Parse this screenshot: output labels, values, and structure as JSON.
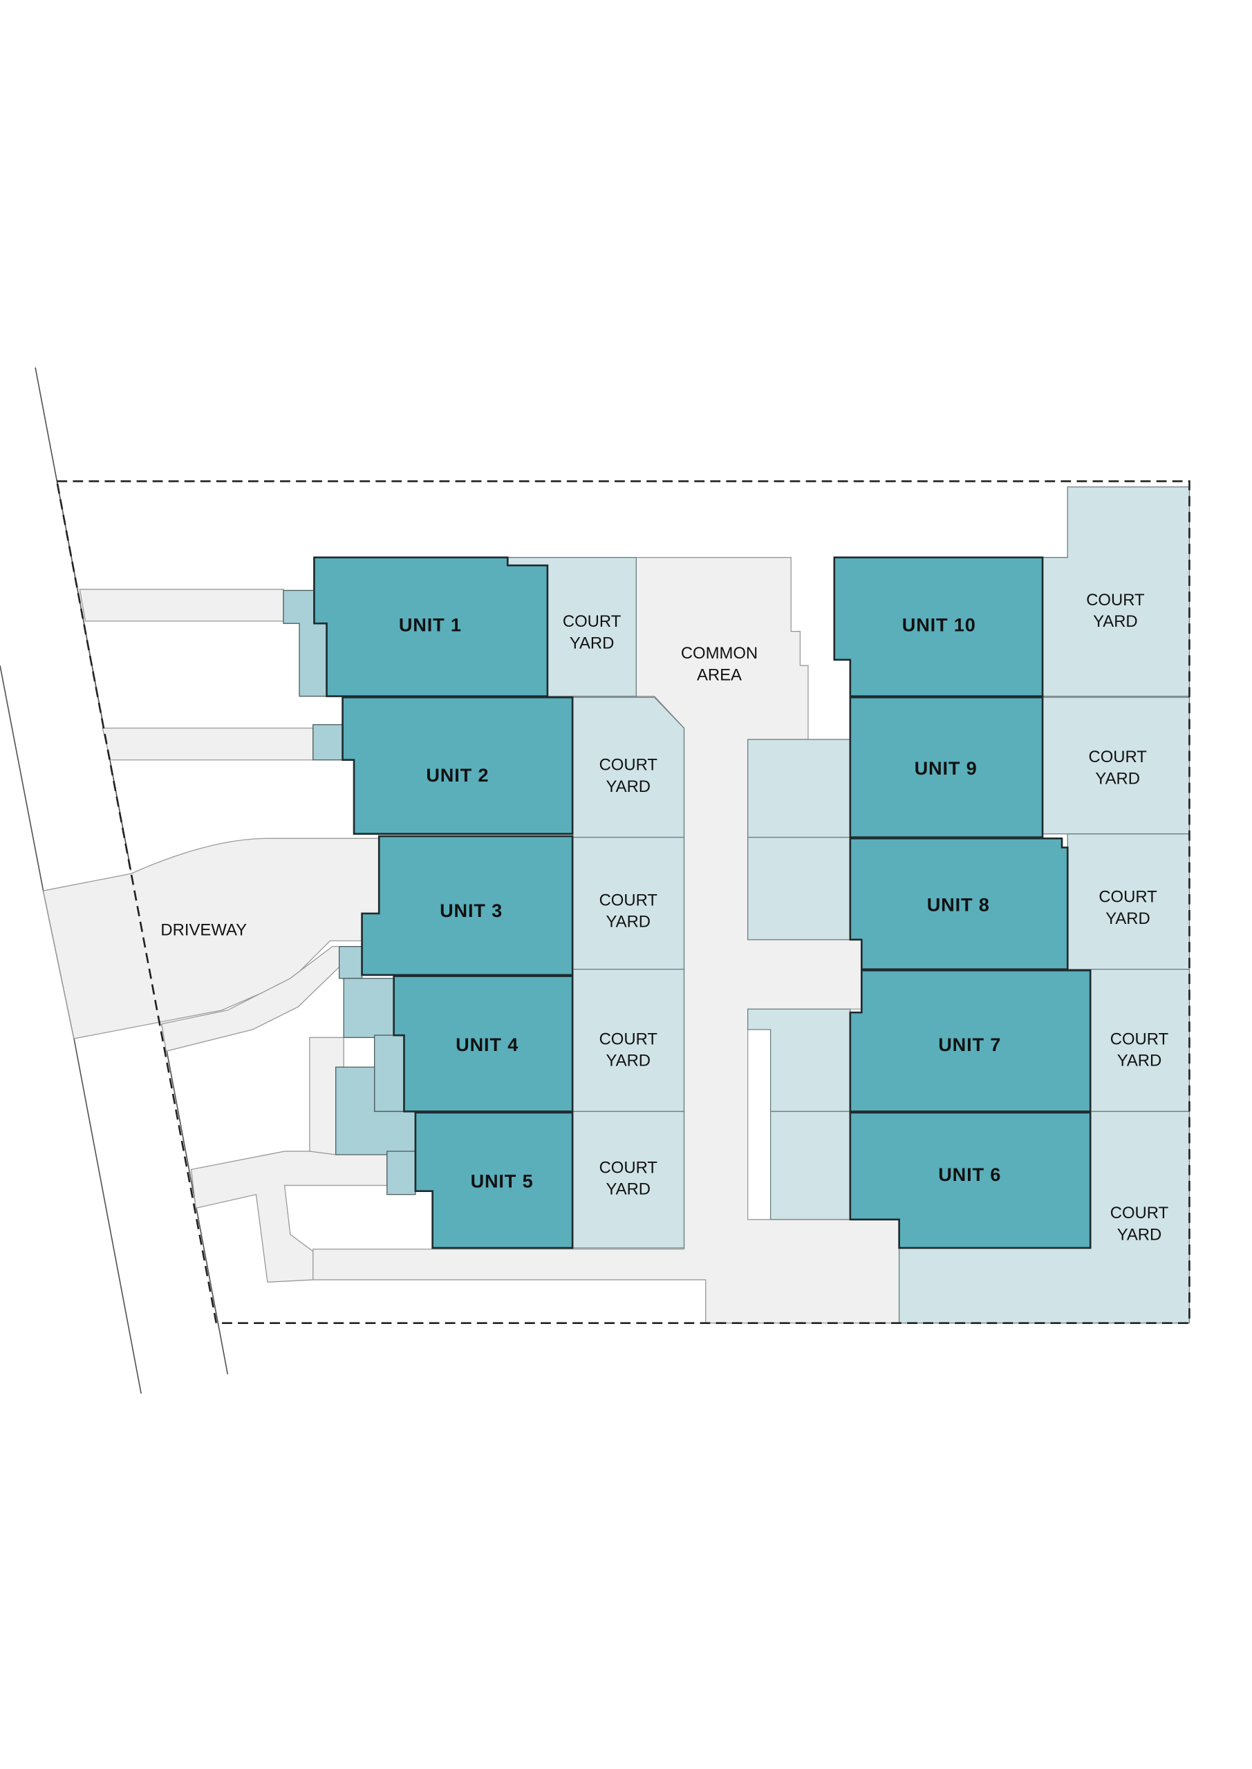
{
  "units": [
    {
      "label": "UNIT 1"
    },
    {
      "label": "UNIT 2"
    },
    {
      "label": "UNIT 3"
    },
    {
      "label": "UNIT 4"
    },
    {
      "label": "UNIT 5"
    },
    {
      "label": "UNIT 6"
    },
    {
      "label": "UNIT 7"
    },
    {
      "label": "UNIT 8"
    },
    {
      "label": "UNIT 9"
    },
    {
      "label": "UNIT 10"
    }
  ],
  "courtyards": [
    {
      "lines": [
        "COURT",
        "YARD"
      ]
    },
    {
      "lines": [
        "COURT",
        "YARD"
      ]
    },
    {
      "lines": [
        "COURT",
        "YARD"
      ]
    },
    {
      "lines": [
        "COURT",
        "YARD"
      ]
    },
    {
      "lines": [
        "COURT",
        "YARD"
      ]
    },
    {
      "lines": [
        "COURT",
        "YARD"
      ]
    },
    {
      "lines": [
        "COURT",
        "YARD"
      ]
    },
    {
      "lines": [
        "COURT",
        "YARD"
      ]
    },
    {
      "lines": [
        "COURT",
        "YARD"
      ]
    },
    {
      "lines": [
        "COURT",
        "YARD"
      ]
    }
  ],
  "common_area": {
    "lines": [
      "COMMON",
      "AREA"
    ]
  },
  "driveway": {
    "label": "DRIVEWAY"
  },
  "colors": {
    "unit": "#5aafbb",
    "courtyard": "#d0e3e7",
    "entry": "#a9d0d7",
    "common": "#f0f0f0"
  }
}
